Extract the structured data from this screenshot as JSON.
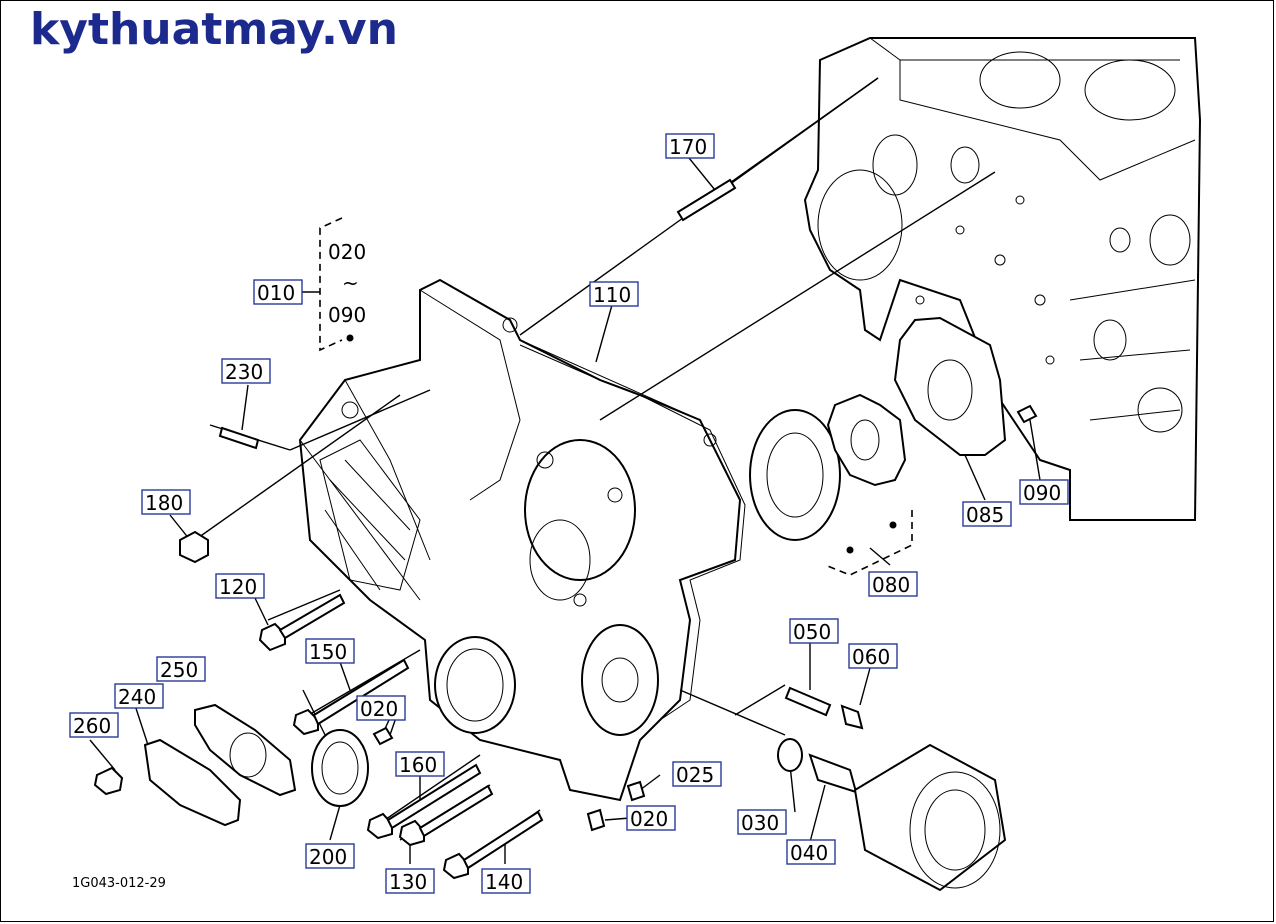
{
  "site": {
    "brand": "kythuatmay.vn"
  },
  "diagram": {
    "doc_number": "1G043-012-29",
    "range_text": {
      "start": "020",
      "tilde": "~",
      "end": "090"
    },
    "callouts": [
      {
        "id": "010",
        "label": "010"
      },
      {
        "id": "020a",
        "label": "020"
      },
      {
        "id": "020b",
        "label": "020"
      },
      {
        "id": "025",
        "label": "025"
      },
      {
        "id": "030",
        "label": "030"
      },
      {
        "id": "040",
        "label": "040"
      },
      {
        "id": "050",
        "label": "050"
      },
      {
        "id": "060",
        "label": "060"
      },
      {
        "id": "080",
        "label": "080"
      },
      {
        "id": "085",
        "label": "085"
      },
      {
        "id": "090",
        "label": "090"
      },
      {
        "id": "110",
        "label": "110"
      },
      {
        "id": "120",
        "label": "120"
      },
      {
        "id": "130",
        "label": "130"
      },
      {
        "id": "140",
        "label": "140"
      },
      {
        "id": "150",
        "label": "150"
      },
      {
        "id": "160",
        "label": "160"
      },
      {
        "id": "170",
        "label": "170"
      },
      {
        "id": "180",
        "label": "180"
      },
      {
        "id": "200",
        "label": "200"
      },
      {
        "id": "230",
        "label": "230"
      },
      {
        "id": "240",
        "label": "240"
      },
      {
        "id": "250",
        "label": "250"
      },
      {
        "id": "260",
        "label": "260"
      }
    ]
  }
}
